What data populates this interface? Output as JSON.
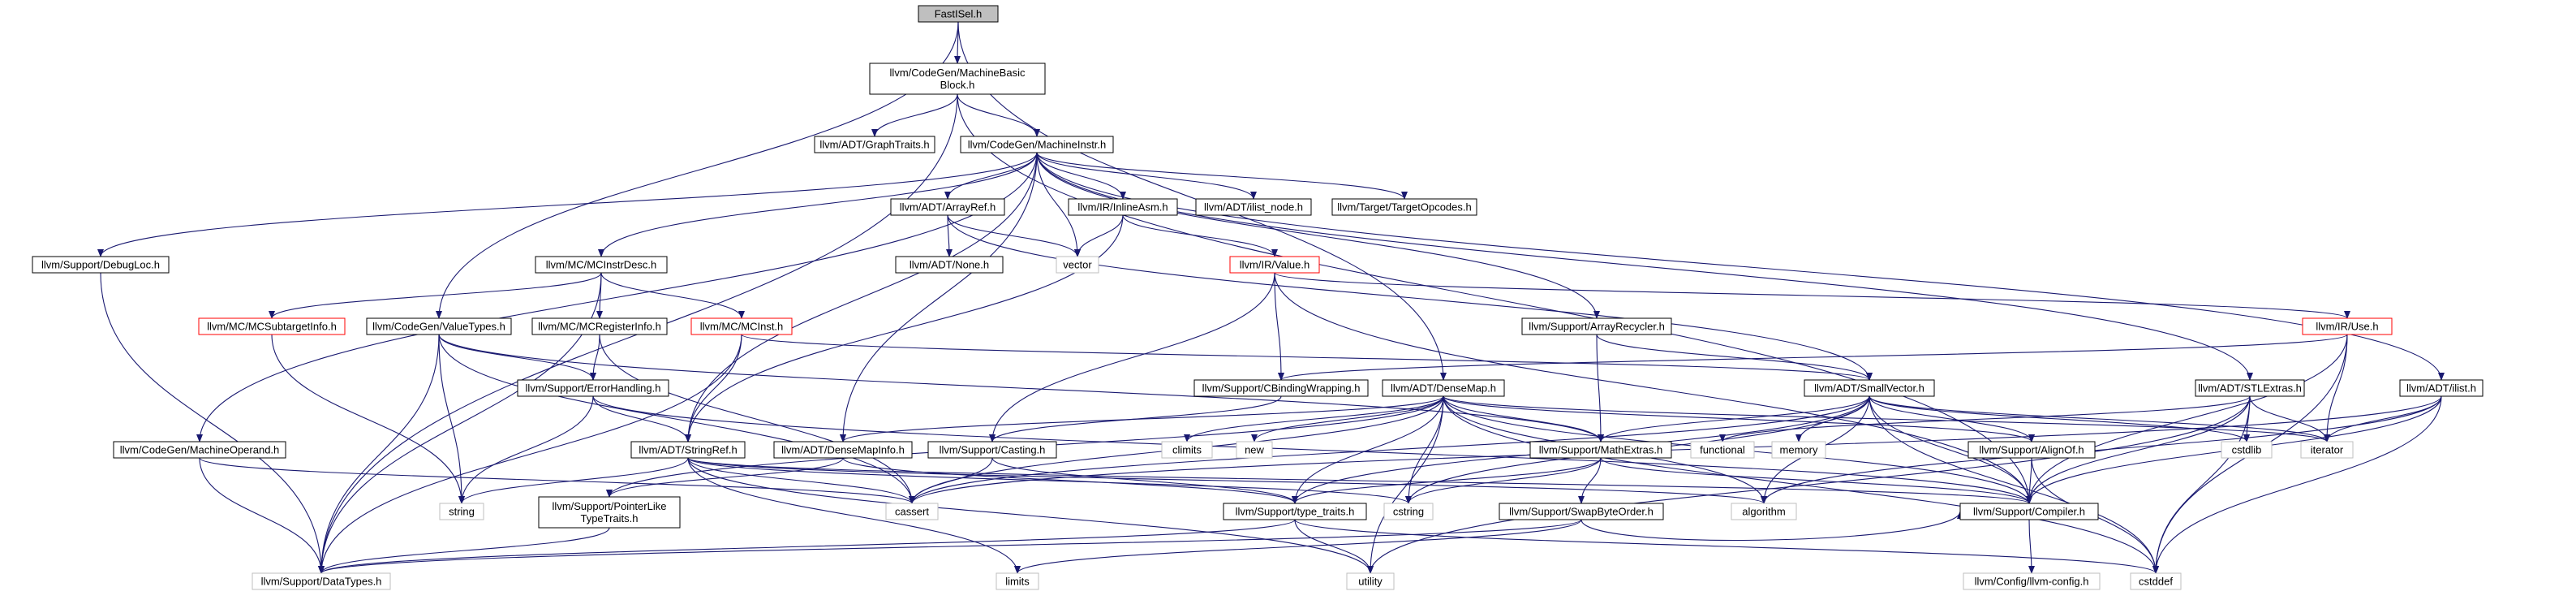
{
  "graph": {
    "nodes": {
      "root": {
        "label": [
          "FastISel.h"
        ]
      },
      "mbb": {
        "label": [
          "llvm/CodeGen/MachineBasic",
          "Block.h"
        ]
      },
      "graphtraits": {
        "label": [
          "llvm/ADT/GraphTraits.h"
        ]
      },
      "minstr": {
        "label": [
          "llvm/CodeGen/MachineInstr.h"
        ]
      },
      "debugloc": {
        "label": [
          "llvm/Support/DebugLoc.h"
        ]
      },
      "mcinstrdesc": {
        "label": [
          "llvm/MC/MCInstrDesc.h"
        ]
      },
      "arrayref": {
        "label": [
          "llvm/ADT/ArrayRef.h"
        ]
      },
      "inlineasm": {
        "label": [
          "llvm/IR/InlineAsm.h"
        ]
      },
      "ilistnode": {
        "label": [
          "llvm/ADT/ilist_node.h"
        ]
      },
      "targetopcodes": {
        "label": [
          "llvm/Target/TargetOpcodes.h"
        ]
      },
      "adtnone": {
        "label": [
          "llvm/ADT/None.h"
        ]
      },
      "vector": {
        "label": [
          "vector"
        ]
      },
      "irvalue": {
        "label": [
          "llvm/IR/Value.h"
        ]
      },
      "mcsubtarget": {
        "label": [
          "llvm/MC/MCSubtargetInfo.h"
        ]
      },
      "valuetypes": {
        "label": [
          "llvm/CodeGen/ValueTypes.h"
        ]
      },
      "mcreginfo": {
        "label": [
          "llvm/MC/MCRegisterInfo.h"
        ]
      },
      "mcinst": {
        "label": [
          "llvm/MC/MCInst.h"
        ]
      },
      "arrayrecycler": {
        "label": [
          "llvm/Support/ArrayRecycler.h"
        ]
      },
      "iruse": {
        "label": [
          "llvm/IR/Use.h"
        ]
      },
      "errorhandling": {
        "label": [
          "llvm/Support/ErrorHandling.h"
        ]
      },
      "cbinding": {
        "label": [
          "llvm/Support/CBindingWrapping.h"
        ]
      },
      "densemap": {
        "label": [
          "llvm/ADT/DenseMap.h"
        ]
      },
      "smallvector": {
        "label": [
          "llvm/ADT/SmallVector.h"
        ]
      },
      "stlextras": {
        "label": [
          "llvm/ADT/STLExtras.h"
        ]
      },
      "ilist": {
        "label": [
          "llvm/ADT/ilist.h"
        ]
      },
      "moperand": {
        "label": [
          "llvm/CodeGen/MachineOperand.h"
        ]
      },
      "stringref": {
        "label": [
          "llvm/ADT/StringRef.h"
        ]
      },
      "densemapinfo": {
        "label": [
          "llvm/ADT/DenseMapInfo.h"
        ]
      },
      "casting": {
        "label": [
          "llvm/Support/Casting.h"
        ]
      },
      "climits": {
        "label": [
          "climits"
        ]
      },
      "new": {
        "label": [
          "new"
        ]
      },
      "mathextras": {
        "label": [
          "llvm/Support/MathExtras.h"
        ]
      },
      "functional": {
        "label": [
          "functional"
        ]
      },
      "memory": {
        "label": [
          "memory"
        ]
      },
      "alignof": {
        "label": [
          "llvm/Support/AlignOf.h"
        ]
      },
      "cstdlib": {
        "label": [
          "cstdlib"
        ]
      },
      "iterator": {
        "label": [
          "iterator"
        ]
      },
      "string": {
        "label": [
          "string"
        ]
      },
      "pointerlike": {
        "label": [
          "llvm/Support/PointerLike",
          "TypeTraits.h"
        ]
      },
      "cassert": {
        "label": [
          "cassert"
        ]
      },
      "typetraits": {
        "label": [
          "llvm/Support/type_traits.h"
        ]
      },
      "cstring": {
        "label": [
          "cstring"
        ]
      },
      "algorithm": {
        "label": [
          "algorithm"
        ]
      },
      "compiler": {
        "label": [
          "llvm/Support/Compiler.h"
        ]
      },
      "swapbyte": {
        "label": [
          "llvm/Support/SwapByteOrder.h"
        ]
      },
      "datatypes": {
        "label": [
          "llvm/Support/DataTypes.h"
        ]
      },
      "limits": {
        "label": [
          "limits"
        ]
      },
      "utility": {
        "label": [
          "utility"
        ]
      },
      "cstddef": {
        "label": [
          "cstddef"
        ]
      },
      "llvmconfig": {
        "label": [
          "llvm/Config/llvm-config.h"
        ]
      }
    },
    "edges": [
      [
        "root",
        "mbb"
      ],
      [
        "root",
        "valuetypes"
      ],
      [
        "root",
        "densemap"
      ],
      [
        "mbb",
        "graphtraits"
      ],
      [
        "mbb",
        "minstr"
      ],
      [
        "mbb",
        "datatypes"
      ],
      [
        "mbb",
        "compiler"
      ],
      [
        "minstr",
        "debugloc"
      ],
      [
        "minstr",
        "mcinstrdesc"
      ],
      [
        "minstr",
        "arrayref"
      ],
      [
        "minstr",
        "inlineasm"
      ],
      [
        "minstr",
        "ilistnode"
      ],
      [
        "minstr",
        "targetopcodes"
      ],
      [
        "minstr",
        "vector"
      ],
      [
        "minstr",
        "moperand"
      ],
      [
        "minstr",
        "stringref"
      ],
      [
        "minstr",
        "densemapinfo"
      ],
      [
        "minstr",
        "arrayrecycler"
      ],
      [
        "minstr",
        "stlextras"
      ],
      [
        "minstr",
        "ilist"
      ],
      [
        "debugloc",
        "datatypes"
      ],
      [
        "mcinstrdesc",
        "mcsubtarget"
      ],
      [
        "mcinstrdesc",
        "mcreginfo"
      ],
      [
        "mcinstrdesc",
        "mcinst"
      ],
      [
        "mcinstrdesc",
        "datatypes"
      ],
      [
        "arrayref",
        "adtnone"
      ],
      [
        "arrayref",
        "vector"
      ],
      [
        "arrayref",
        "smallvector"
      ],
      [
        "inlineasm",
        "vector"
      ],
      [
        "inlineasm",
        "irvalue"
      ],
      [
        "inlineasm",
        "stringref"
      ],
      [
        "irvalue",
        "iruse"
      ],
      [
        "irvalue",
        "cbinding"
      ],
      [
        "irvalue",
        "casting"
      ],
      [
        "irvalue",
        "compiler"
      ],
      [
        "mcsubtarget",
        "string"
      ],
      [
        "valuetypes",
        "errorhandling"
      ],
      [
        "valuetypes",
        "mathextras"
      ],
      [
        "valuetypes",
        "cassert"
      ],
      [
        "valuetypes",
        "string"
      ],
      [
        "valuetypes",
        "datatypes"
      ],
      [
        "mcreginfo",
        "errorhandling"
      ],
      [
        "mcreginfo",
        "cassert"
      ],
      [
        "mcinst",
        "stringref"
      ],
      [
        "mcinst",
        "smallvector"
      ],
      [
        "mcinst",
        "datatypes"
      ],
      [
        "arrayrecycler",
        "smallvector"
      ],
      [
        "arrayrecycler",
        "mathextras"
      ],
      [
        "iruse",
        "cbinding"
      ],
      [
        "iruse",
        "iterator"
      ],
      [
        "iruse",
        "compiler"
      ],
      [
        "iruse",
        "cstddef"
      ],
      [
        "errorhandling",
        "stringref"
      ],
      [
        "errorhandling",
        "compiler"
      ],
      [
        "errorhandling",
        "string"
      ],
      [
        "cbinding",
        "casting"
      ],
      [
        "densemap",
        "densemapinfo"
      ],
      [
        "densemap",
        "mathextras"
      ],
      [
        "densemap",
        "alignof"
      ],
      [
        "densemap",
        "typetraits"
      ],
      [
        "densemap",
        "compiler"
      ],
      [
        "densemap",
        "cassert"
      ],
      [
        "densemap",
        "climits"
      ],
      [
        "densemap",
        "new"
      ],
      [
        "densemap",
        "cstring"
      ],
      [
        "densemap",
        "iterator"
      ],
      [
        "densemap",
        "utility"
      ],
      [
        "densemap",
        "cstddef"
      ],
      [
        "densemap",
        "algorithm"
      ],
      [
        "densemap",
        "pointerlike"
      ],
      [
        "smallvector",
        "alignof"
      ],
      [
        "smallvector",
        "compiler"
      ],
      [
        "smallvector",
        "mathextras"
      ],
      [
        "smallvector",
        "typetraits"
      ],
      [
        "smallvector",
        "algorithm"
      ],
      [
        "smallvector",
        "cassert"
      ],
      [
        "smallvector",
        "cstddef"
      ],
      [
        "smallvector",
        "cstdlib"
      ],
      [
        "smallvector",
        "cstring"
      ],
      [
        "smallvector",
        "iterator"
      ],
      [
        "smallvector",
        "memory"
      ],
      [
        "stlextras",
        "compiler"
      ],
      [
        "stlextras",
        "cstddef"
      ],
      [
        "stlextras",
        "cstdlib"
      ],
      [
        "stlextras",
        "functional"
      ],
      [
        "stlextras",
        "iterator"
      ],
      [
        "stlextras",
        "utility"
      ],
      [
        "ilist",
        "compiler"
      ],
      [
        "ilist",
        "algorithm"
      ],
      [
        "ilist",
        "cassert"
      ],
      [
        "ilist",
        "cstddef"
      ],
      [
        "ilist",
        "iterator"
      ],
      [
        "moperand",
        "datatypes"
      ],
      [
        "moperand",
        "cassert"
      ],
      [
        "stringref",
        "compiler"
      ],
      [
        "stringref",
        "algorithm"
      ],
      [
        "stringref",
        "cassert"
      ],
      [
        "stringref",
        "cstring"
      ],
      [
        "stringref",
        "limits"
      ],
      [
        "stringref",
        "string"
      ],
      [
        "stringref",
        "utility"
      ],
      [
        "densemapinfo",
        "pointerlike"
      ],
      [
        "densemapinfo",
        "typetraits"
      ],
      [
        "casting",
        "typetraits"
      ],
      [
        "casting",
        "cassert"
      ],
      [
        "mathextras",
        "swapbyte"
      ],
      [
        "mathextras",
        "compiler"
      ],
      [
        "mathextras",
        "cstring"
      ],
      [
        "mathextras",
        "typetraits"
      ],
      [
        "alignof",
        "compiler"
      ],
      [
        "alignof",
        "cstddef"
      ],
      [
        "pointerlike",
        "datatypes"
      ],
      [
        "typetraits",
        "datatypes"
      ],
      [
        "typetraits",
        "utility"
      ],
      [
        "typetraits",
        "cstddef"
      ],
      [
        "compiler",
        "llvmconfig"
      ],
      [
        "swapbyte",
        "compiler"
      ],
      [
        "swapbyte",
        "datatypes"
      ],
      [
        "swapbyte",
        "limits"
      ]
    ]
  }
}
